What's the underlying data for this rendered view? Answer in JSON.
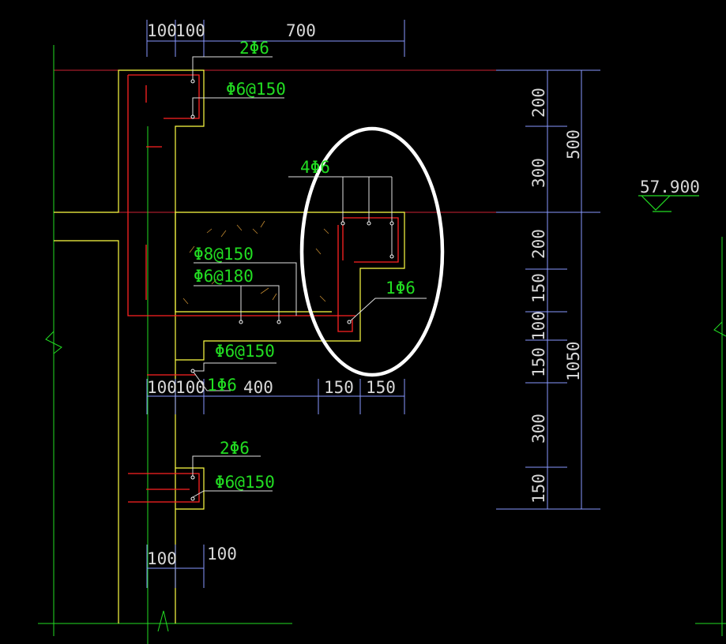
{
  "colors": {
    "background": "#000000",
    "wall_outline": "#ffff44",
    "rebar": "#ff2222",
    "grid_axis": "#22dd22",
    "dimension": "#8899ff",
    "level_line": "#cc2233",
    "leader": "#e8e8e8",
    "highlight": "#ffffff"
  },
  "dims_top": {
    "d100a": "100",
    "d100b": "100",
    "d700": "700"
  },
  "dims_mid": {
    "d100a": "100",
    "d100b": "100",
    "d400": "400",
    "d150a": "150",
    "d150b": "150"
  },
  "dims_bottom": {
    "d100a": "100",
    "d100b": "100"
  },
  "dims_right_inner": [
    "200",
    "300",
    "200",
    "150",
    "100",
    "150",
    "300",
    "150"
  ],
  "dims_right_outer": [
    "500",
    "1050"
  ],
  "elevation": "57.900",
  "annotations": {
    "top_bars": "2Φ6",
    "top_stirrup": "Φ6@150",
    "slab_top": "Φ8@150",
    "slab_bottom": "Φ6@180",
    "ledge_bars": "4Φ6",
    "corner_bar": "1Φ6",
    "mid_stirrup": "Φ6@150",
    "mid_bar": "1Φ6",
    "bottom_bars": "2Φ6",
    "bottom_stirrup": "Φ6@150"
  }
}
